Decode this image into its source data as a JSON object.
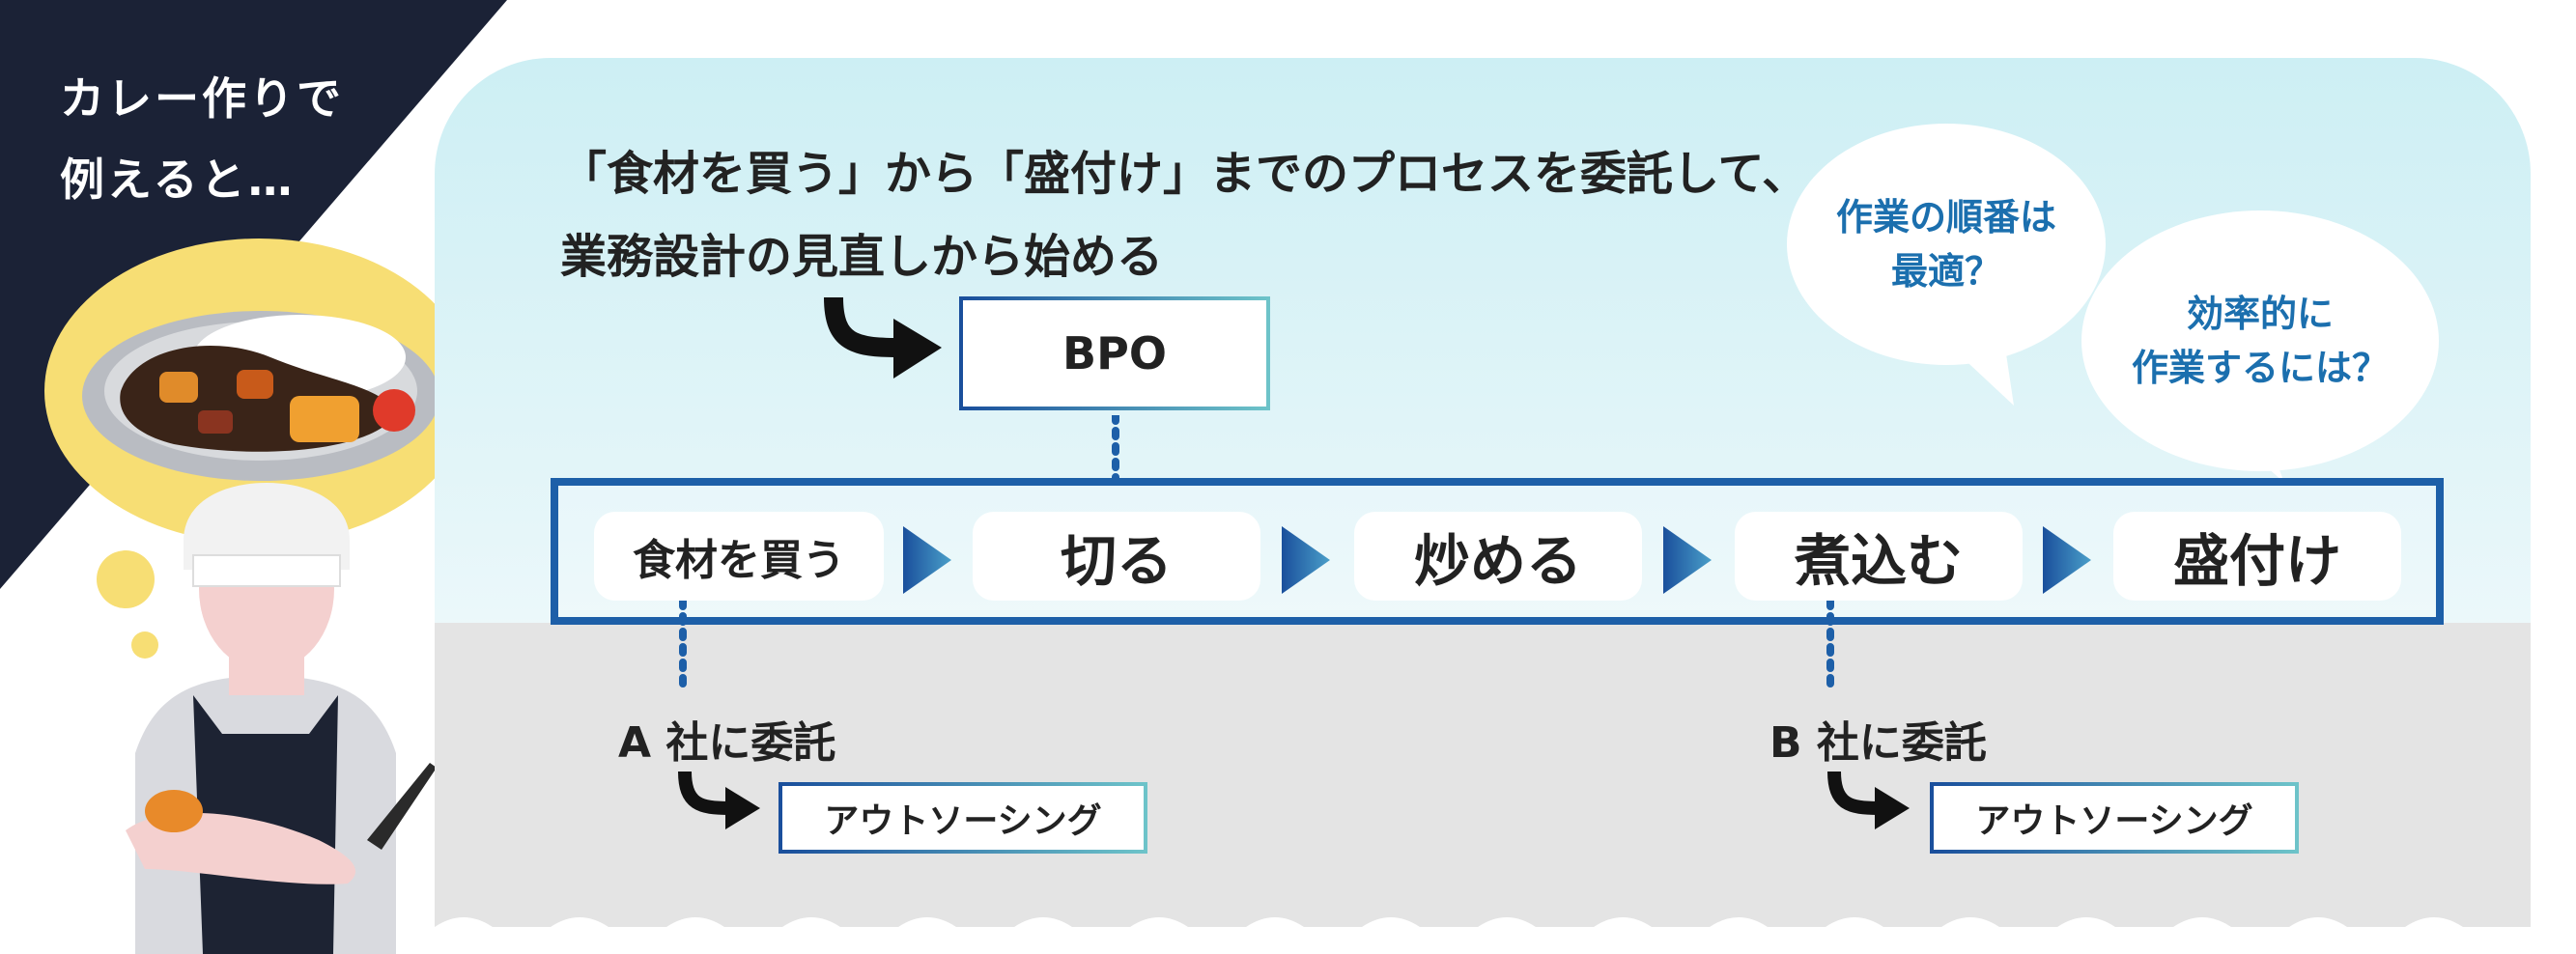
{
  "corner": {
    "line1": "カレー作りで",
    "line2": "例えると…"
  },
  "description": {
    "line1": "「食材を買う」から「盛付け」までのプロセスを委託して、",
    "line2": "業務設計の見直しから始める"
  },
  "bpo_label": "BPO",
  "steps": [
    {
      "label": "食材を買う"
    },
    {
      "label": "切る"
    },
    {
      "label": "炒める"
    },
    {
      "label": "煮込む"
    },
    {
      "label": "盛付け"
    }
  ],
  "companies": {
    "a": {
      "label": "A 社に委託",
      "outsource": "アウトソーシング"
    },
    "b": {
      "label": "B 社に委託",
      "outsource": "アウトソーシング"
    }
  },
  "bubbles": {
    "first": {
      "line1": "作業の順番は",
      "line2": "最適？"
    },
    "second": {
      "line1": "効率的に",
      "line2": "作業するには？"
    }
  },
  "colors": {
    "corner_bg": "#1b2236",
    "frame": "#1d5fa8",
    "bubble_text": "#1b6fae",
    "thought_bubble": "#f7de74"
  }
}
